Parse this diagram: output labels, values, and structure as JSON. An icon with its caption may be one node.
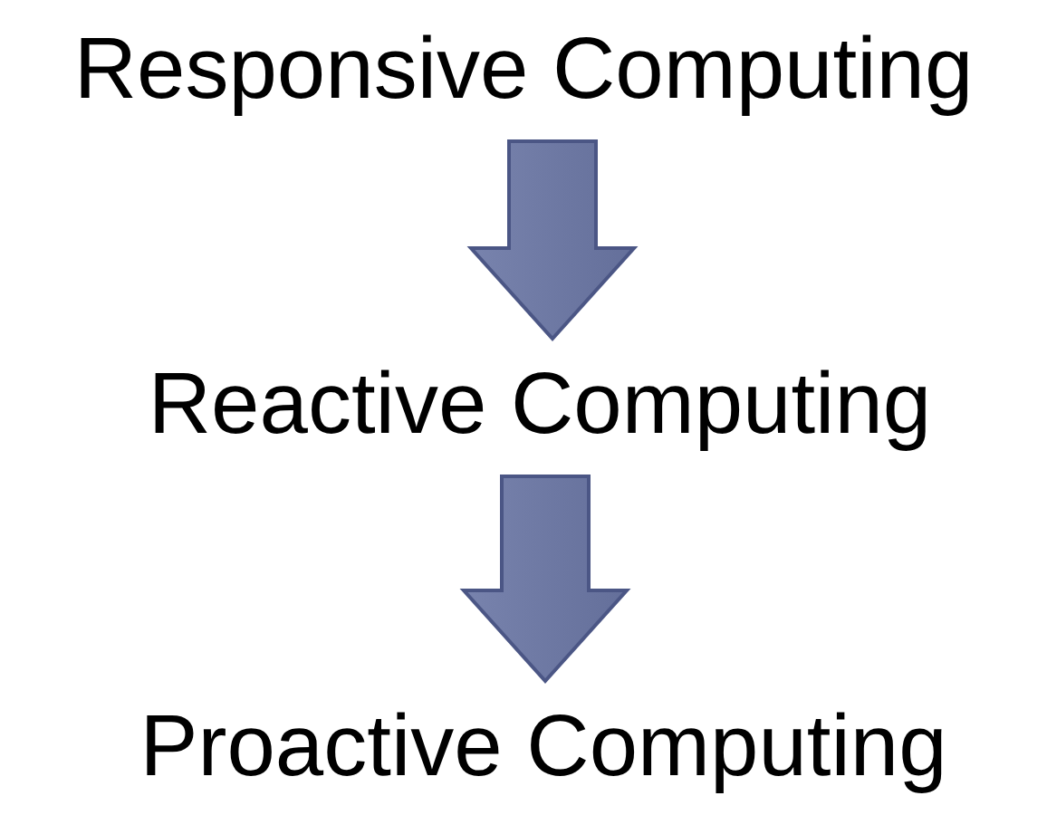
{
  "diagram": {
    "nodes": [
      {
        "text": [
          "Responsive Computing"
        ]
      },
      {
        "text": [
          "Reactive Computing"
        ]
      },
      {
        "text": [
          "Proactive Computing"
        ]
      }
    ],
    "edges": [
      {
        "from": 0,
        "to": 1,
        "arrow": "to"
      },
      {
        "from": 1,
        "to": 2,
        "arrow": "to"
      }
    ]
  }
}
